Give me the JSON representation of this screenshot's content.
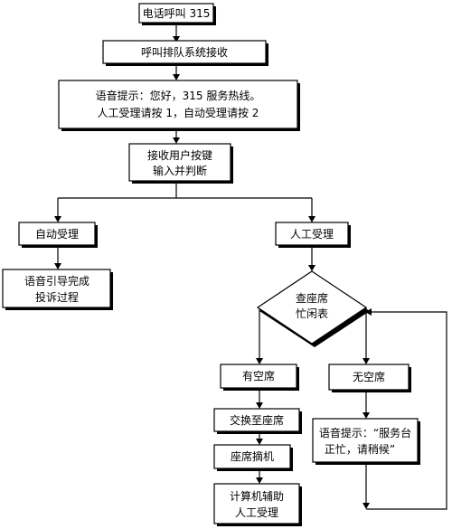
{
  "nodes": {
    "call_315": {
      "lines": [
        "电话呼叫 315"
      ]
    },
    "queue_receive": {
      "lines": [
        "呼叫排队系统接收"
      ]
    },
    "voice_prompt": {
      "lines": [
        "语音提示：您好，315 服务热线。",
        "人工受理请按 1，自动受理请按 2"
      ]
    },
    "receive_key": {
      "lines": [
        "接收用户按键",
        "输入并判断"
      ]
    },
    "auto_accept": {
      "lines": [
        "自动受理"
      ]
    },
    "manual_accept": {
      "lines": [
        "人工受理"
      ]
    },
    "voice_guide": {
      "lines": [
        "语音引导完成",
        "投诉过程"
      ]
    },
    "check_seats": {
      "lines": [
        "查座席",
        "忙闲表"
      ]
    },
    "seat_free": {
      "lines": [
        "有空席"
      ]
    },
    "no_seat": {
      "lines": [
        "无空席"
      ]
    },
    "transfer_seat": {
      "lines": [
        "交换至座席"
      ]
    },
    "seat_pickup": {
      "lines": [
        "座席摘机"
      ]
    },
    "busy_prompt": {
      "lines": [
        "语音提示：“服务台",
        "正忙，请稍候”"
      ]
    },
    "computer_assist": {
      "lines": [
        "计算机辅助",
        "人工受理"
      ]
    }
  }
}
